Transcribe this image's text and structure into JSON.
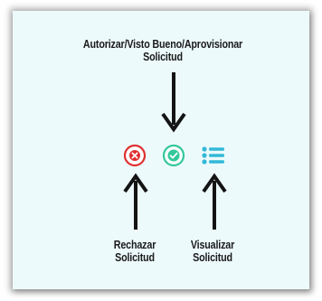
{
  "annotations": {
    "top": {
      "line1": "Autorizar/Visto Bueno/Aprovisionar",
      "line2": "Solicitud"
    },
    "left": {
      "line1": "Rechazar",
      "line2": "Solicitud"
    },
    "right": {
      "line1": "Visualizar",
      "line2": "Solicitud"
    }
  },
  "icons": {
    "reject": {
      "name": "close-circle-icon",
      "color": "#e0302f"
    },
    "approve": {
      "name": "check-circle-icon",
      "color": "#33c79a"
    },
    "view": {
      "name": "list-icon",
      "color": "#33b9d8"
    }
  },
  "colors": {
    "panel_background": "#edfafc",
    "arrow": "#141414"
  }
}
